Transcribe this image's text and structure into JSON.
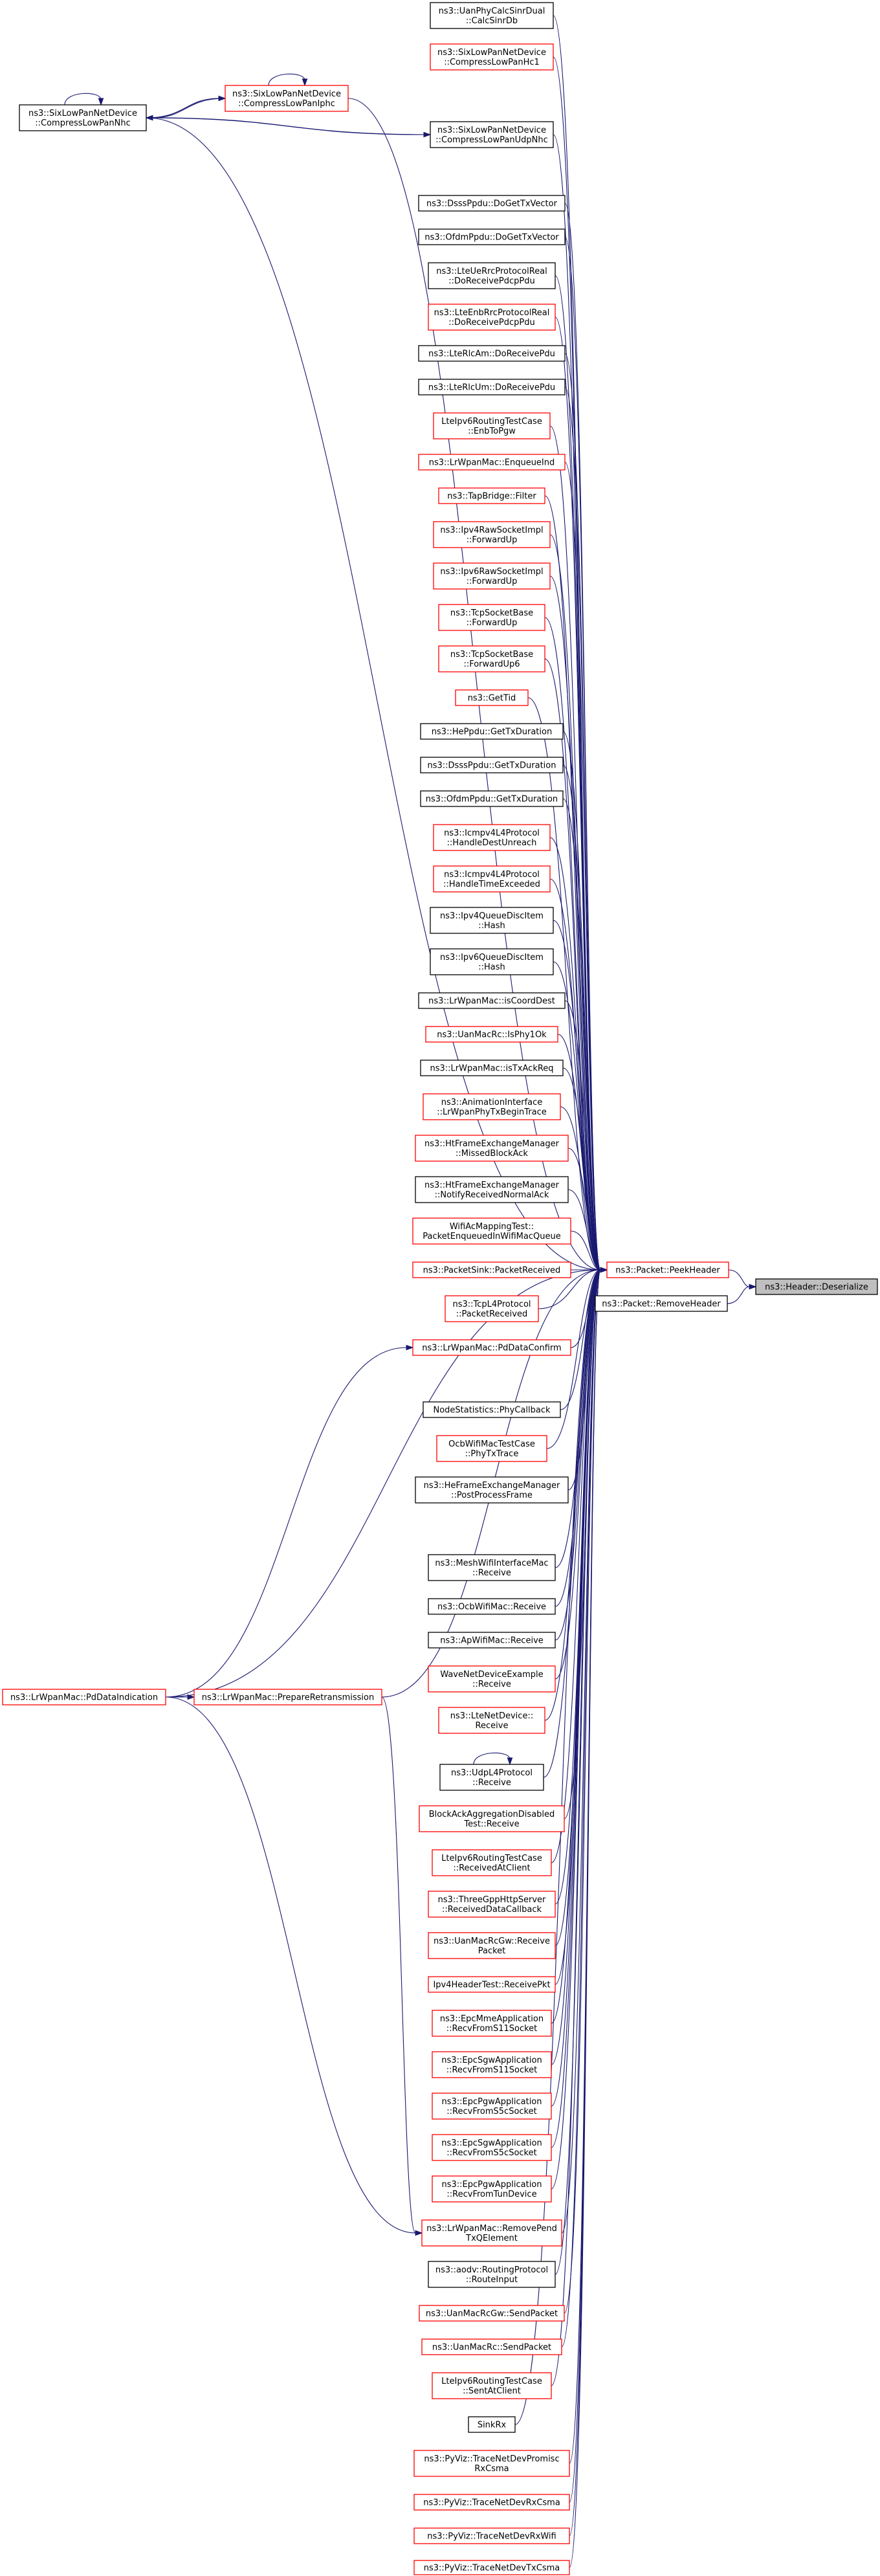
{
  "diagram": {
    "nodes": [
      {
        "id": "lowpan_nhc",
        "lines": [
          "ns3::SixLowPanNetDevice",
          "::CompressLowPanNhc"
        ],
        "border": "black"
      },
      {
        "id": "lowpan_iphc",
        "lines": [
          "ns3::SixLowPanNetDevice",
          "::CompressLowPanIphc"
        ],
        "border": "red"
      },
      {
        "id": "uan_calc",
        "lines": [
          "ns3::UanPhyCalcSinrDual",
          "::CalcSinrDb"
        ],
        "border": "black"
      },
      {
        "id": "lowpan_hc1",
        "lines": [
          "ns3::SixLowPanNetDevice",
          "::CompressLowPanHc1"
        ],
        "border": "red"
      },
      {
        "id": "lowpan_udp",
        "lines": [
          "ns3::SixLowPanNetDevice",
          "::CompressLowPanUdpNhc"
        ],
        "border": "black"
      },
      {
        "id": "dsss_dogettx",
        "lines": [
          "ns3::DsssPpdu::DoGetTxVector"
        ],
        "border": "black"
      },
      {
        "id": "ofdm_dogettx",
        "lines": [
          "ns3::OfdmPpdu::DoGetTxVector"
        ],
        "border": "black"
      },
      {
        "id": "lte_ue_rrc",
        "lines": [
          "ns3::LteUeRrcProtocolReal",
          "::DoReceivePdcpPdu"
        ],
        "border": "black"
      },
      {
        "id": "lte_enb_rrc",
        "lines": [
          "ns3::LteEnbRrcProtocolReal",
          "::DoReceivePdcpPdu"
        ],
        "border": "red"
      },
      {
        "id": "lte_rlc_am",
        "lines": [
          "ns3::LteRlcAm::DoReceivePdu"
        ],
        "border": "black"
      },
      {
        "id": "lte_rlc_um",
        "lines": [
          "ns3::LteRlcUm::DoReceivePdu"
        ],
        "border": "black"
      },
      {
        "id": "lte_ipv6_enb",
        "lines": [
          "LteIpv6RoutingTestCase",
          "::EnbToPgw"
        ],
        "border": "red"
      },
      {
        "id": "lrwpan_enqueue",
        "lines": [
          "ns3::LrWpanMac::EnqueueInd"
        ],
        "border": "red"
      },
      {
        "id": "tap_filter",
        "lines": [
          "ns3::TapBridge::Filter"
        ],
        "border": "red"
      },
      {
        "id": "ipv4_raw_fwd",
        "lines": [
          "ns3::Ipv4RawSocketImpl",
          "::ForwardUp"
        ],
        "border": "red"
      },
      {
        "id": "ipv6_raw_fwd",
        "lines": [
          "ns3::Ipv6RawSocketImpl",
          "::ForwardUp"
        ],
        "border": "red"
      },
      {
        "id": "tcp_fwd",
        "lines": [
          "ns3::TcpSocketBase",
          "::ForwardUp"
        ],
        "border": "red"
      },
      {
        "id": "tcp_fwd6",
        "lines": [
          "ns3::TcpSocketBase",
          "::ForwardUp6"
        ],
        "border": "red"
      },
      {
        "id": "get_tid",
        "lines": [
          "ns3::GetTid"
        ],
        "border": "red"
      },
      {
        "id": "he_txdur",
        "lines": [
          "ns3::HePpdu::GetTxDuration"
        ],
        "border": "black"
      },
      {
        "id": "dsss_txdur",
        "lines": [
          "ns3::DsssPpdu::GetTxDuration"
        ],
        "border": "black"
      },
      {
        "id": "ofdm_txdur",
        "lines": [
          "ns3::OfdmPpdu::GetTxDuration"
        ],
        "border": "black"
      },
      {
        "id": "icmp_dest",
        "lines": [
          "ns3::Icmpv4L4Protocol",
          "::HandleDestUnreach"
        ],
        "border": "red"
      },
      {
        "id": "icmp_time",
        "lines": [
          "ns3::Icmpv4L4Protocol",
          "::HandleTimeExceeded"
        ],
        "border": "red"
      },
      {
        "id": "ipv4_qdi_hash",
        "lines": [
          "ns3::Ipv4QueueDiscItem",
          "::Hash"
        ],
        "border": "black"
      },
      {
        "id": "ipv6_qdi_hash",
        "lines": [
          "ns3::Ipv6QueueDiscItem",
          "::Hash"
        ],
        "border": "black"
      },
      {
        "id": "lrwpan_coord",
        "lines": [
          "ns3::LrWpanMac::isCoordDest"
        ],
        "border": "black"
      },
      {
        "id": "uan_isphy",
        "lines": [
          "ns3::UanMacRc::IsPhy1Ok"
        ],
        "border": "red"
      },
      {
        "id": "lrwpan_txack",
        "lines": [
          "ns3::LrWpanMac::isTxAckReq"
        ],
        "border": "black"
      },
      {
        "id": "anim_lrwpan",
        "lines": [
          "ns3::AnimationInterface",
          "::LrWpanPhyTxBeginTrace"
        ],
        "border": "red"
      },
      {
        "id": "ht_missed",
        "lines": [
          "ns3::HtFrameExchangeManager",
          "::MissedBlockAck"
        ],
        "border": "red"
      },
      {
        "id": "ht_notify",
        "lines": [
          "ns3::HtFrameExchangeManager",
          "::NotifyReceivedNormalAck"
        ],
        "border": "black"
      },
      {
        "id": "wifi_ac_map",
        "lines": [
          "WifiAcMappingTest::",
          "PacketEnqueuedInWifiMacQueue"
        ],
        "border": "red"
      },
      {
        "id": "sink_recv",
        "lines": [
          "ns3::PacketSink::PacketReceived"
        ],
        "border": "red"
      },
      {
        "id": "peek_header",
        "lines": [
          "ns3::Packet::PeekHeader"
        ],
        "border": "red"
      },
      {
        "id": "deserialize",
        "lines": [
          "ns3::Header::Deserialize"
        ],
        "border": "focus"
      },
      {
        "id": "tcpl4_recv",
        "lines": [
          "ns3::TcpL4Protocol",
          "::PacketReceived"
        ],
        "border": "red"
      },
      {
        "id": "remove_header",
        "lines": [
          "ns3::Packet::RemoveHeader"
        ],
        "border": "black"
      },
      {
        "id": "pd_confirm",
        "lines": [
          "ns3::LrWpanMac::PdDataConfirm"
        ],
        "border": "red"
      },
      {
        "id": "node_stats",
        "lines": [
          "NodeStatistics::PhyCallback"
        ],
        "border": "black"
      },
      {
        "id": "ocb_phytx",
        "lines": [
          "OcbWifiMacTestCase",
          "::PhyTxTrace"
        ],
        "border": "red"
      },
      {
        "id": "he_postproc",
        "lines": [
          "ns3::HeFrameExchangeManager",
          "::PostProcessFrame"
        ],
        "border": "black"
      },
      {
        "id": "mesh_recv",
        "lines": [
          "ns3::MeshWifiInterfaceMac",
          "::Receive"
        ],
        "border": "black"
      },
      {
        "id": "ocb_recv",
        "lines": [
          "ns3::OcbWifiMac::Receive"
        ],
        "border": "black"
      },
      {
        "id": "ap_recv",
        "lines": [
          "ns3::ApWifiMac::Receive"
        ],
        "border": "black"
      },
      {
        "id": "wave_recv",
        "lines": [
          "WaveNetDeviceExample",
          "::Receive"
        ],
        "border": "red"
      },
      {
        "id": "lte_netdev_recv",
        "lines": [
          "ns3::LteNetDevice::",
          "Receive"
        ],
        "border": "red"
      },
      {
        "id": "pd_indication",
        "lines": [
          "ns3::LrWpanMac::PdDataIndication"
        ],
        "border": "red"
      },
      {
        "id": "prepare_retx",
        "lines": [
          "ns3::LrWpanMac::PrepareRetransmission"
        ],
        "border": "red"
      },
      {
        "id": "udpl4_recv",
        "lines": [
          "ns3::UdpL4Protocol",
          "::Receive"
        ],
        "border": "black"
      },
      {
        "id": "block_ack_recv",
        "lines": [
          "BlockAckAggregationDisabled",
          "Test::Receive"
        ],
        "border": "red"
      },
      {
        "id": "lte_ipv6_client",
        "lines": [
          "LteIpv6RoutingTestCase",
          "::ReceivedAtClient"
        ],
        "border": "red"
      },
      {
        "id": "threegpp_recv",
        "lines": [
          "ns3::ThreeGppHttpServer",
          "::ReceivedDataCallback"
        ],
        "border": "red"
      },
      {
        "id": "uan_gw_recvpkt",
        "lines": [
          "ns3::UanMacRcGw::Receive",
          "Packet"
        ],
        "border": "red"
      },
      {
        "id": "ipv4_header_test",
        "lines": [
          "Ipv4HeaderTest::ReceivePkt"
        ],
        "border": "red"
      },
      {
        "id": "epc_mme_s11",
        "lines": [
          "ns3::EpcMmeApplication",
          "::RecvFromS11Socket"
        ],
        "border": "red"
      },
      {
        "id": "epc_sgw_s11",
        "lines": [
          "ns3::EpcSgwApplication",
          "::RecvFromS11Socket"
        ],
        "border": "red"
      },
      {
        "id": "epc_pgw_s5",
        "lines": [
          "ns3::EpcPgwApplication",
          "::RecvFromS5cSocket"
        ],
        "border": "red"
      },
      {
        "id": "epc_sgw_s5",
        "lines": [
          "ns3::EpcSgwApplication",
          "::RecvFromS5cSocket"
        ],
        "border": "red"
      },
      {
        "id": "epc_pgw_tun",
        "lines": [
          "ns3::EpcPgwApplication",
          "::RecvFromTunDevice"
        ],
        "border": "red"
      },
      {
        "id": "remove_pend",
        "lines": [
          "ns3::LrWpanMac::RemovePend",
          "TxQElement"
        ],
        "border": "red"
      },
      {
        "id": "aodv_route",
        "lines": [
          "ns3::aodv::RoutingProtocol",
          "::RouteInput"
        ],
        "border": "black"
      },
      {
        "id": "uan_gw_send",
        "lines": [
          "ns3::UanMacRcGw::SendPacket"
        ],
        "border": "red"
      },
      {
        "id": "uan_mac_send",
        "lines": [
          "ns3::UanMacRc::SendPacket"
        ],
        "border": "red"
      },
      {
        "id": "lte_ipv6_sent",
        "lines": [
          "LteIpv6RoutingTestCase",
          "::SentAtClient"
        ],
        "border": "red"
      },
      {
        "id": "sink_rx",
        "lines": [
          "SinkRx"
        ],
        "border": "black"
      },
      {
        "id": "pyviz_promisc",
        "lines": [
          "ns3::PyViz::TraceNetDevPromisc",
          "RxCsma"
        ],
        "border": "red"
      },
      {
        "id": "pyviz_rxcsma",
        "lines": [
          "ns3::PyViz::TraceNetDevRxCsma"
        ],
        "border": "red"
      },
      {
        "id": "pyviz_rxwifi",
        "lines": [
          "ns3::PyViz::TraceNetDevRxWifi"
        ],
        "border": "red"
      },
      {
        "id": "pyviz_txcsma",
        "lines": [
          "ns3::PyViz::TraceNetDevTxCsma"
        ],
        "border": "red"
      }
    ],
    "edges": [
      [
        "peek_header",
        "deserialize"
      ],
      [
        "remove_header",
        "deserialize"
      ],
      [
        "uan_calc",
        "peek_header"
      ],
      [
        "lowpan_hc1",
        "peek_header"
      ],
      [
        "lowpan_iphc",
        "peek_header"
      ],
      [
        "lowpan_udp",
        "peek_header"
      ],
      [
        "lowpan_nhc",
        "peek_header"
      ],
      [
        "dsss_dogettx",
        "peek_header"
      ],
      [
        "ofdm_dogettx",
        "peek_header"
      ],
      [
        "lte_ue_rrc",
        "peek_header"
      ],
      [
        "lte_enb_rrc",
        "peek_header"
      ],
      [
        "lte_rlc_am",
        "peek_header"
      ],
      [
        "lte_rlc_um",
        "peek_header"
      ],
      [
        "lte_ipv6_enb",
        "peek_header"
      ],
      [
        "lrwpan_enqueue",
        "peek_header"
      ],
      [
        "tap_filter",
        "peek_header"
      ],
      [
        "ipv4_raw_fwd",
        "peek_header"
      ],
      [
        "ipv6_raw_fwd",
        "peek_header"
      ],
      [
        "tcp_fwd",
        "peek_header"
      ],
      [
        "tcp_fwd6",
        "peek_header"
      ],
      [
        "get_tid",
        "peek_header"
      ],
      [
        "he_txdur",
        "peek_header"
      ],
      [
        "dsss_txdur",
        "peek_header"
      ],
      [
        "ofdm_txdur",
        "peek_header"
      ],
      [
        "icmp_dest",
        "peek_header"
      ],
      [
        "icmp_time",
        "peek_header"
      ],
      [
        "ipv4_qdi_hash",
        "peek_header"
      ],
      [
        "ipv6_qdi_hash",
        "peek_header"
      ],
      [
        "lrwpan_coord",
        "peek_header"
      ],
      [
        "uan_isphy",
        "peek_header"
      ],
      [
        "lrwpan_txack",
        "peek_header"
      ],
      [
        "anim_lrwpan",
        "peek_header"
      ],
      [
        "ht_missed",
        "peek_header"
      ],
      [
        "ht_notify",
        "peek_header"
      ],
      [
        "wifi_ac_map",
        "peek_header"
      ],
      [
        "sink_recv",
        "peek_header"
      ],
      [
        "tcpl4_recv",
        "peek_header"
      ],
      [
        "pd_confirm",
        "peek_header"
      ],
      [
        "node_stats",
        "peek_header"
      ],
      [
        "ocb_phytx",
        "peek_header"
      ],
      [
        "he_postproc",
        "peek_header"
      ],
      [
        "mesh_recv",
        "peek_header"
      ],
      [
        "ocb_recv",
        "peek_header"
      ],
      [
        "ap_recv",
        "peek_header"
      ],
      [
        "wave_recv",
        "peek_header"
      ],
      [
        "lte_netdev_recv",
        "peek_header"
      ],
      [
        "pd_indication",
        "peek_header"
      ],
      [
        "prepare_retx",
        "peek_header"
      ],
      [
        "udpl4_recv",
        "peek_header"
      ],
      [
        "block_ack_recv",
        "peek_header"
      ],
      [
        "lte_ipv6_client",
        "peek_header"
      ],
      [
        "threegpp_recv",
        "peek_header"
      ],
      [
        "uan_gw_recvpkt",
        "peek_header"
      ],
      [
        "ipv4_header_test",
        "peek_header"
      ],
      [
        "epc_mme_s11",
        "peek_header"
      ],
      [
        "epc_sgw_s11",
        "peek_header"
      ],
      [
        "epc_pgw_s5",
        "peek_header"
      ],
      [
        "epc_sgw_s5",
        "peek_header"
      ],
      [
        "epc_pgw_tun",
        "peek_header"
      ],
      [
        "remove_pend",
        "peek_header"
      ],
      [
        "aodv_route",
        "peek_header"
      ],
      [
        "uan_gw_send",
        "peek_header"
      ],
      [
        "uan_mac_send",
        "peek_header"
      ],
      [
        "lte_ipv6_sent",
        "peek_header"
      ],
      [
        "sink_rx",
        "peek_header"
      ],
      [
        "pyviz_promisc",
        "peek_header"
      ],
      [
        "pyviz_rxcsma",
        "peek_header"
      ],
      [
        "pyviz_rxwifi",
        "peek_header"
      ],
      [
        "pyviz_txcsma",
        "peek_header"
      ],
      [
        "lowpan_iphc",
        "lowpan_nhc"
      ],
      [
        "lowpan_nhc",
        "lowpan_iphc"
      ],
      [
        "lowpan_nhc",
        "lowpan_udp"
      ],
      [
        "lowpan_udp",
        "lowpan_nhc"
      ],
      [
        "lowpan_iphc",
        "lowpan_iphc"
      ],
      [
        "lowpan_nhc",
        "lowpan_nhc"
      ],
      [
        "udpl4_recv",
        "udpl4_recv"
      ],
      [
        "pd_indication",
        "pd_confirm"
      ],
      [
        "pd_indication",
        "prepare_retx"
      ],
      [
        "pd_indication",
        "remove_pend"
      ],
      [
        "prepare_retx",
        "remove_pend"
      ]
    ]
  }
}
